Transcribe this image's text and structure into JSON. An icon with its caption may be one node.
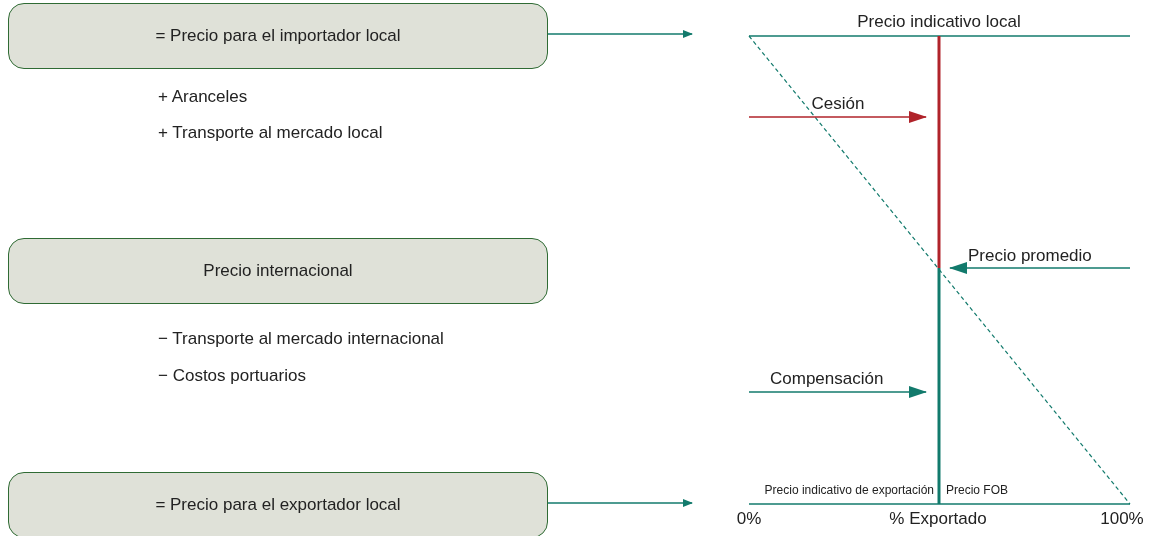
{
  "diagram": {
    "nodes": [
      {
        "text": [
          "= Precio para el importador local"
        ]
      },
      {
        "text": [
          "Precio internacional"
        ]
      },
      {
        "text": [
          "= Precio para el exportador local"
        ]
      }
    ],
    "edges": [
      {
        "from": 0,
        "to": null,
        "arrow": "to"
      },
      {
        "from": 2,
        "to": null,
        "arrow": "to"
      }
    ],
    "labels": [
      "Precio indicativo local",
      "+ Aranceles",
      "Cesión",
      "+ Transporte al mercado local",
      "Precio promedio",
      "− Transporte al mercado internacional",
      "− Costos portuarios",
      "Compensación",
      "Precio indicativo de exportación",
      "Precio FOB",
      "0%",
      "% Exportado",
      "100%"
    ]
  }
}
